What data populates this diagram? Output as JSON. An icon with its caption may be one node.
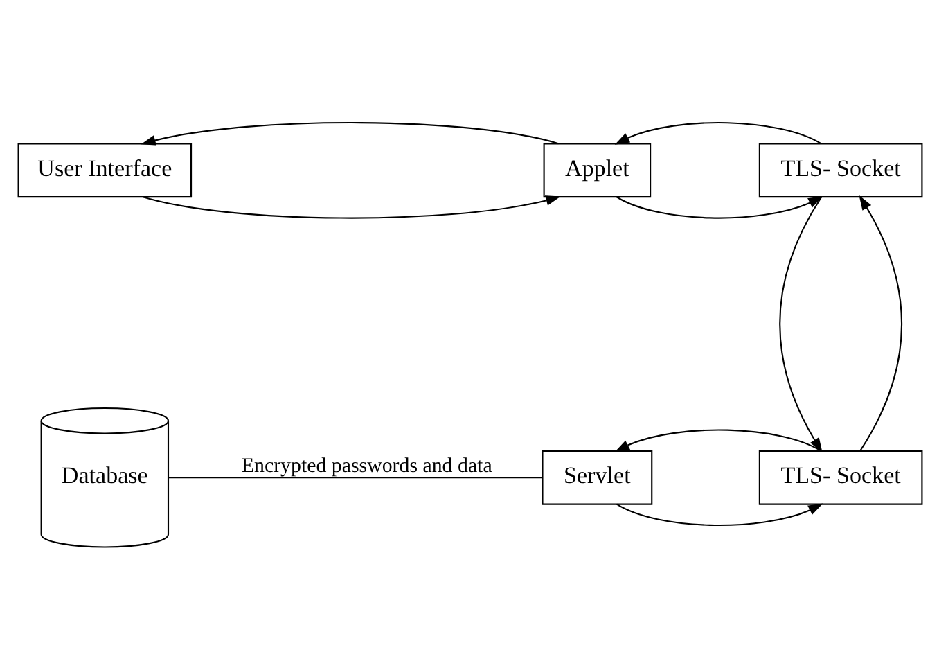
{
  "diagram": {
    "nodes": [
      {
        "text": [
          "Database"
        ]
      },
      {
        "text": [
          "Servlet"
        ]
      },
      {
        "text": [
          "TLS- Socket"
        ]
      },
      {
        "text": [
          "TLS- Socket"
        ]
      },
      {
        "text": [
          "Applet"
        ]
      },
      {
        "text": [
          "User Interface"
        ]
      }
    ],
    "edges": [
      {
        "from": 0,
        "to": 1,
        "arrow": "none",
        "label": "Encrypted passwords and data"
      },
      {
        "from": 2,
        "to": 1,
        "arrow": "to"
      },
      {
        "from": 1,
        "to": 2,
        "arrow": "to"
      },
      {
        "from": 2,
        "to": 3,
        "arrow": "to"
      },
      {
        "from": 3,
        "to": 2,
        "arrow": "to"
      },
      {
        "from": 4,
        "to": 5,
        "arrow": "to"
      },
      {
        "from": 5,
        "to": 4,
        "arrow": "to"
      },
      {
        "from": 3,
        "to": 4,
        "arrow": "to"
      },
      {
        "from": 4,
        "to": 3,
        "arrow": "to"
      }
    ]
  }
}
